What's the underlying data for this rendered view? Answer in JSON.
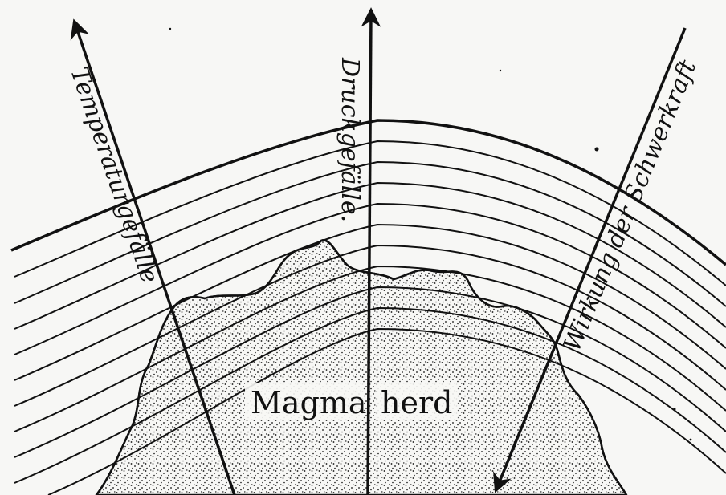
{
  "labels": {
    "temperature_gradient": "Temperaturgefälle",
    "pressure_gradient": "Druckgefälle.",
    "gravity_effect": "Wirkung der Schwerkraft",
    "magma_word": "Magma",
    "herd_word": "herd"
  },
  "colors": {
    "ink": "#111111",
    "paper": "#f7f7f5"
  }
}
